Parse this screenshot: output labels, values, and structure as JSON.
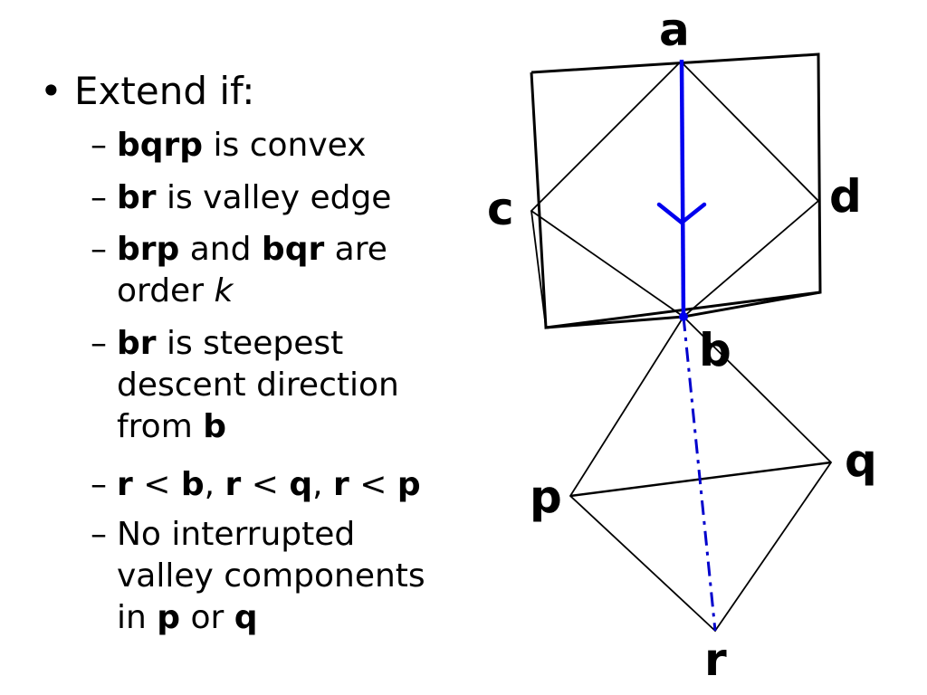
{
  "slide": {
    "main_bullet": {
      "marker": "•",
      "text": "Extend if:"
    },
    "sub_marker": "–",
    "conditions": {
      "c1": {
        "b1": "bqrp",
        "t1": " is convex"
      },
      "c2": {
        "b1": "br",
        "t1": " is valley edge"
      },
      "c3": {
        "b1": "brp",
        "t1": " and ",
        "b2": "bqr",
        "t2": " are",
        "t3": "order ",
        "i1": "k"
      },
      "c4": {
        "b1": "br",
        "t1": " is steepest",
        "t2": "descent direction",
        "t3": "from ",
        "b2": "b"
      },
      "c5": {
        "b1": "r",
        "t1": " < ",
        "b2": "b",
        "t2": ", ",
        "b3": "r",
        "t3": " < ",
        "b4": "q",
        "t4": ", ",
        "b5": "r",
        "t5": " < ",
        "b6": "p"
      },
      "c6": {
        "t1": "No interrupted",
        "t2": "valley components",
        "t3": "in ",
        "b1": "p",
        "t4": " or ",
        "b2": "q"
      }
    }
  },
  "diagram": {
    "vertices": {
      "a": "a",
      "b": "b",
      "c": "c",
      "d": "d",
      "p": "p",
      "q": "q",
      "r": "r"
    },
    "colors": {
      "edge": "#000000",
      "valley_edge": "#0000ee",
      "extension_edge": "#0000cc"
    }
  }
}
